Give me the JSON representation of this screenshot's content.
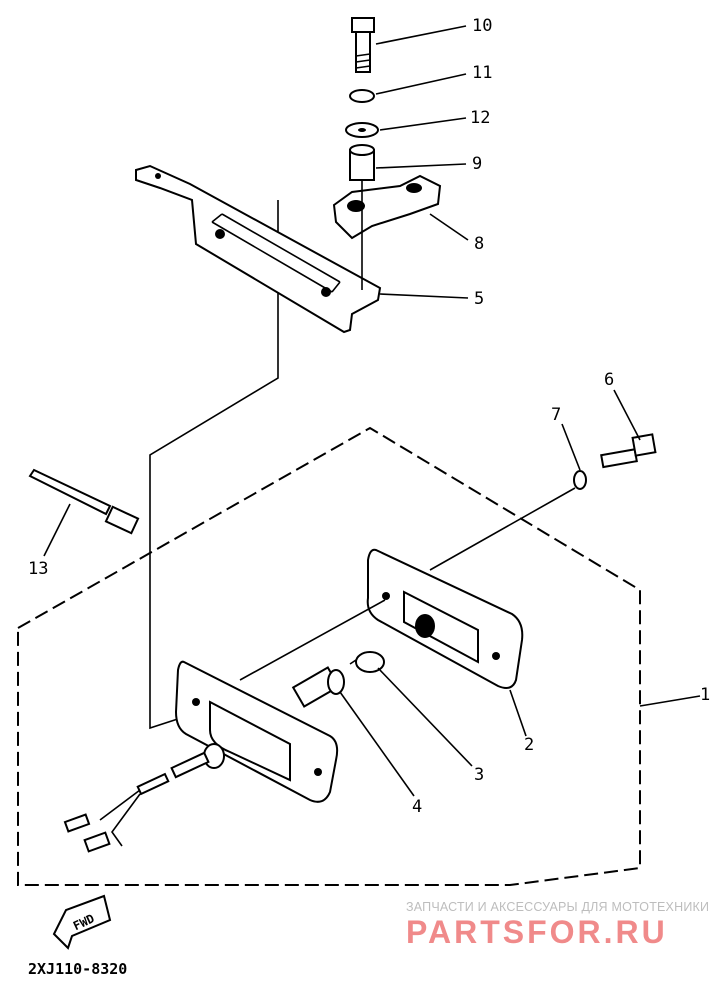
{
  "diagram": {
    "callouts": {
      "p1": "1",
      "p2": "2",
      "p3": "3",
      "p4": "4",
      "p5": "5",
      "p6": "6",
      "p7": "7",
      "p8": "8",
      "p9": "9",
      "p10": "10",
      "p11": "11",
      "p12": "12",
      "p13": "13"
    },
    "fwd_label": "FWD",
    "drawing_code": "2XJ110-8320"
  },
  "watermark": {
    "tagline": "ЗАПЧАСТИ И АКСЕССУАРЫ ДЛЯ МОТОТЕХНИКИ",
    "brand": "PARTSFOR.RU"
  }
}
